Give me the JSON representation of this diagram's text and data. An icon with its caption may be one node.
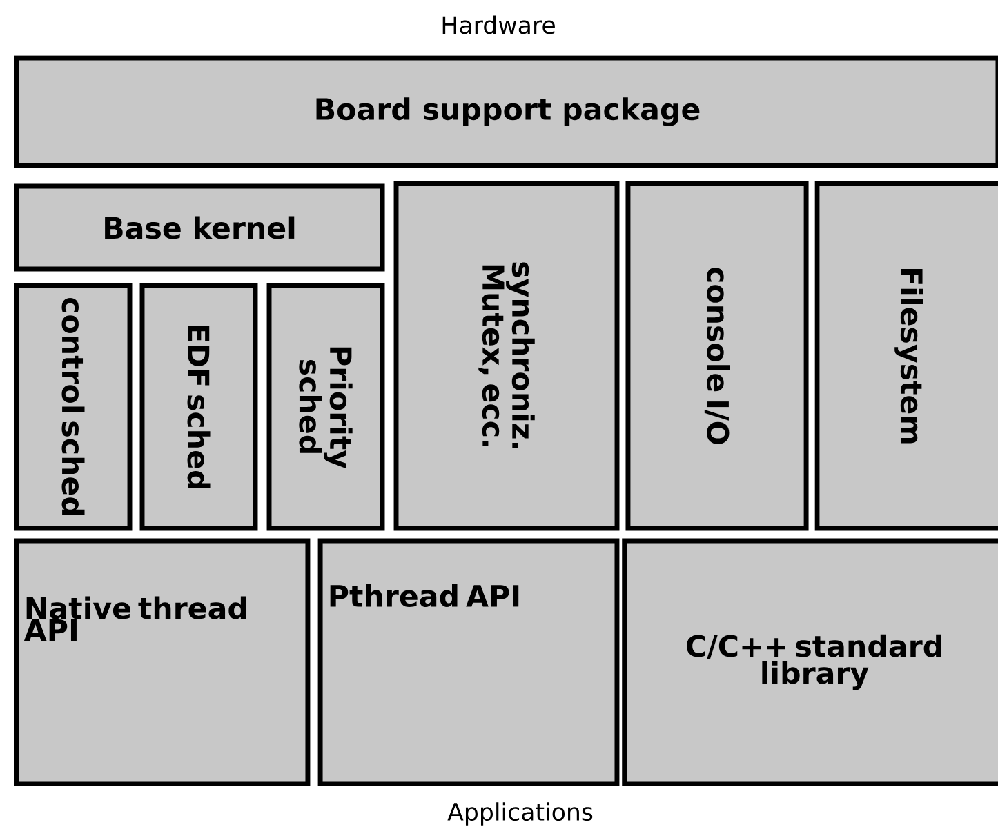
{
  "diagram": {
    "nodes": [
      {
        "text": [
          "Board support package"
        ]
      },
      {
        "text": [
          "Base kernel"
        ]
      },
      {
        "text": [
          "control sched"
        ]
      },
      {
        "text": [
          "EDF sched"
        ]
      },
      {
        "text": [
          "Priority sched"
        ]
      },
      {
        "text": [
          "synchroniz. Mutex, ecc."
        ]
      },
      {
        "text": [
          "console I/O"
        ]
      },
      {
        "text": [
          "Filesystem"
        ]
      },
      {
        "text": [
          "Native thread API"
        ]
      },
      {
        "text": [
          "Pthread API"
        ]
      },
      {
        "text": [
          "C/C++ standard library"
        ]
      }
    ],
    "labels": [
      "Hardware",
      "Applications"
    ]
  }
}
